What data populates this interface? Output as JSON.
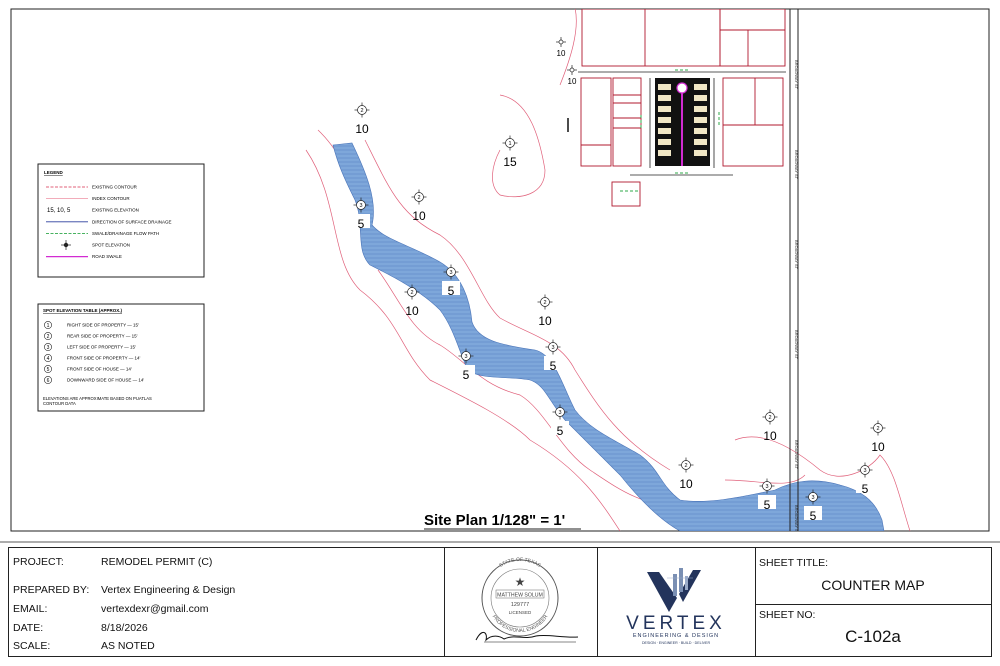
{
  "plan": {
    "title": "Site Plan 1/128\" = 1'",
    "road_label": "BROADWAY ST"
  },
  "legend": {
    "heading": "LEGEND",
    "items": [
      {
        "symbol": "dash-red",
        "label": "EXISTING CONTOUR"
      },
      {
        "symbol": "solid-red",
        "label": "INDEX CONTOUR"
      },
      {
        "symbol": "text",
        "symbol_text": "15, 10, 5",
        "label": "EXISTING ELEVATION"
      },
      {
        "symbol": "solid-blue",
        "label": "DIRECTION OF SURFACE DRAINAGE"
      },
      {
        "symbol": "dash-green",
        "label": "SWALE/DRAINAGE FLOW PATH"
      },
      {
        "symbol": "spot",
        "label": "SPOT ELEVATION"
      },
      {
        "symbol": "solid-magenta",
        "label": "ROAD SWALE"
      }
    ]
  },
  "spot_table": {
    "heading": "SPOT ELEVATION TABLE (APPROX.)",
    "rows": [
      {
        "num": "1",
        "label": "RIGHT SIDE OF PROPERTY — 15'"
      },
      {
        "num": "2",
        "label": "REAR SIDE OF PROPERTY — 15'"
      },
      {
        "num": "3",
        "label": "LEFT SIDE OF PROPERTY — 15'"
      },
      {
        "num": "4",
        "label": "FRONT SIDE OF PROPERTY — 14'"
      },
      {
        "num": "5",
        "label": "FRONT SIDE OF HOUSE — 14'"
      },
      {
        "num": "6",
        "label": "DOWNWARD SIDE OF HOUSE — 14'"
      }
    ],
    "note_line1": "ELEVATIONS ARE APPROXIMATE BASED ON PUATLAS",
    "note_line2": "CONTOUR DATA"
  },
  "markers": [
    {
      "num": "2",
      "elev": "10"
    },
    {
      "num": "1",
      "elev": "15"
    },
    {
      "num": "3",
      "elev": "5"
    },
    {
      "num": "2",
      "elev": "10"
    },
    {
      "num": "3",
      "elev": "5"
    },
    {
      "num": "2",
      "elev": "10"
    },
    {
      "num": "2",
      "elev": "10"
    },
    {
      "num": "3",
      "elev": "5"
    },
    {
      "num": "3",
      "elev": "5"
    },
    {
      "num": "3",
      "elev": "5"
    },
    {
      "num": "2",
      "elev": "10"
    },
    {
      "num": "2",
      "elev": "10"
    },
    {
      "num": "3",
      "elev": "5"
    },
    {
      "num": "3",
      "elev": "5"
    },
    {
      "num": "2",
      "elev": "10"
    },
    {
      "num": "3",
      "elev": "5"
    }
  ],
  "small_markers": [
    {
      "elev": "10"
    },
    {
      "elev": "10"
    }
  ],
  "titleblock": {
    "project_label": "PROJECT:",
    "project_value": "REMODEL PERMIT (C)",
    "prepared_label": "PREPARED BY:",
    "prepared_value": "Vertex Engineering & Design",
    "email_label": "EMAIL:",
    "email_value": "vertexdexr@gmail.com",
    "date_label": "DATE:",
    "date_value": "8/18/2026",
    "scale_label": "SCALE:",
    "scale_value": "AS NOTED",
    "sheet_title_label": "SHEET TITLE:",
    "sheet_title_value": "COUNTER MAP",
    "sheet_no_label": "SHEET NO:",
    "sheet_no_value": "C-102a"
  },
  "seal": {
    "top_text": "STATE OF TEXAS",
    "name": "MATTHEW SOLUM",
    "number": "129777",
    "status": "LICENSED",
    "bottom_text": "PROFESSIONAL ENGINEER"
  },
  "logo": {
    "name": "VERTEX",
    "subtitle": "ENGINEERING & DESIGN",
    "tagline": "DESIGN · ENGINEER · BUILD · DELIVER"
  },
  "colors": {
    "water": "#7ea7da",
    "contour": "#e0607a",
    "swale": "#2fa84a",
    "road_swale": "#d22bd2",
    "parcel": "#b0182e",
    "logo_navy": "#23345c"
  }
}
